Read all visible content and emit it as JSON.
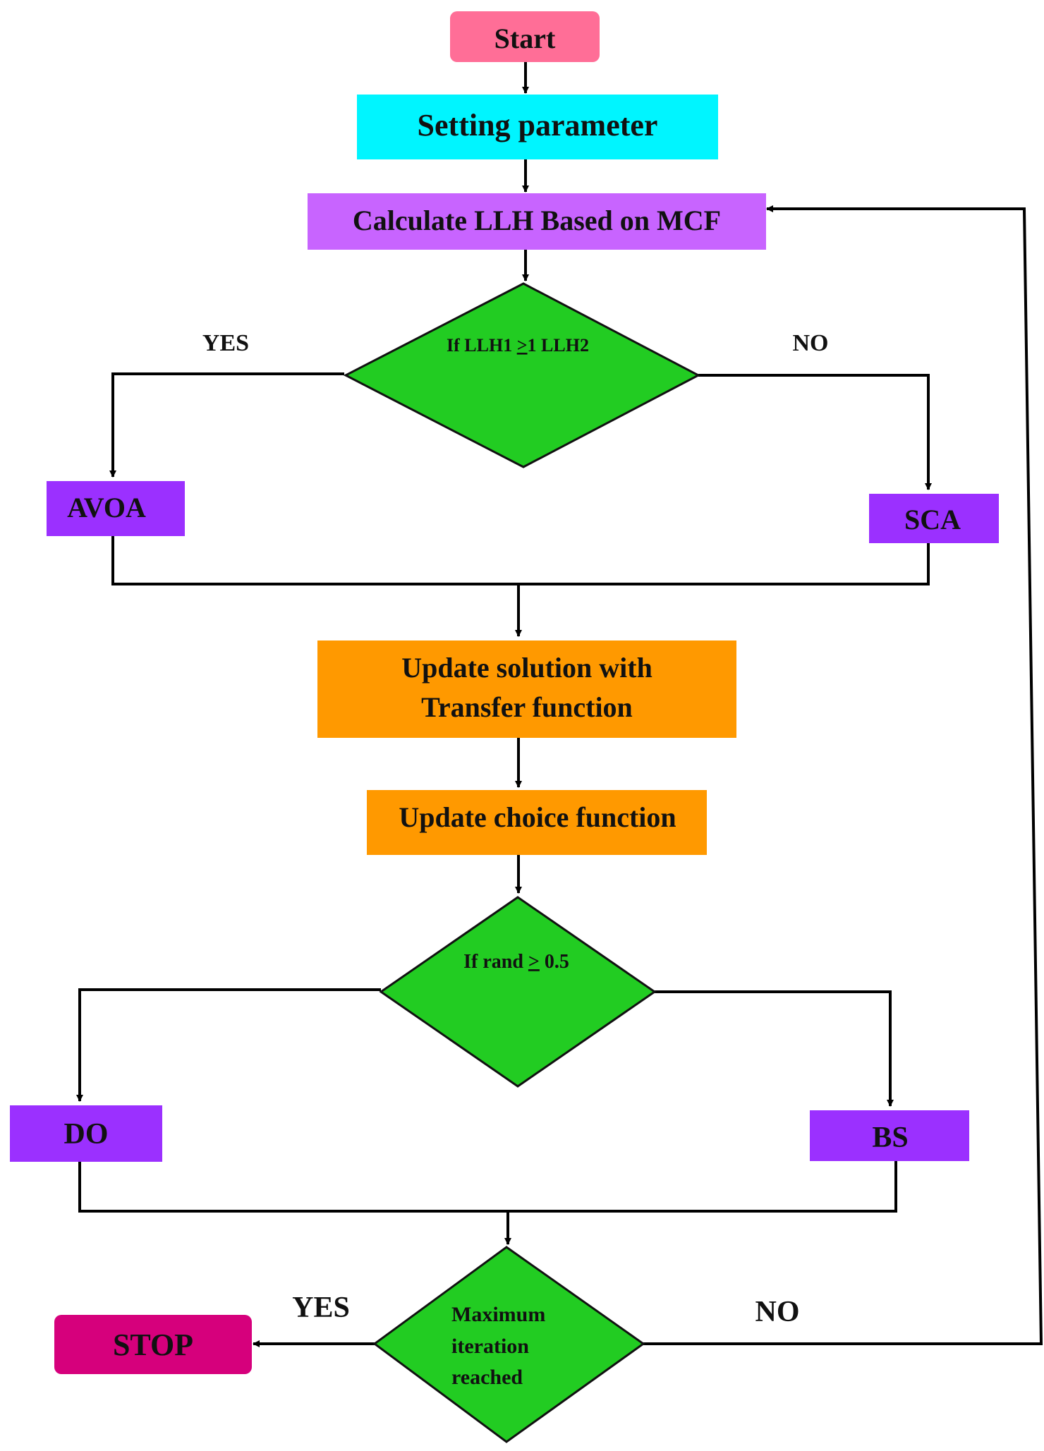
{
  "nodes": {
    "start": {
      "label": "Start",
      "color": "#FF6E97"
    },
    "setting": {
      "label": "Setting parameter",
      "color": "#00F5FF"
    },
    "calc": {
      "label": "Calculate LLH Based on MCF",
      "color": "#C864FF"
    },
    "cond1": {
      "prefix": "If LLH1 ",
      "op": ">",
      "suffix": "1 LLH2",
      "color": "#22CC22"
    },
    "avoa": {
      "label": "AVOA",
      "color": "#9B30FF"
    },
    "sca": {
      "label": "SCA",
      "color": "#9B30FF"
    },
    "update_solution": {
      "line1": "Update solution with",
      "line2": "Transfer function",
      "color": "#FF9900"
    },
    "update_choice": {
      "label": "Update choice function",
      "color": "#FF9900"
    },
    "cond2": {
      "prefix": "If rand ",
      "op": ">",
      "suffix": " 0.5",
      "color": "#22CC22"
    },
    "do": {
      "label": "DO",
      "color": "#9B30FF"
    },
    "bs": {
      "label": "BS",
      "color": "#9B30FF"
    },
    "cond3": {
      "line1": "Maximum",
      "line2": "iteration",
      "line3": "reached",
      "color": "#22CC22"
    },
    "stop": {
      "label": "STOP",
      "color": "#D6007C"
    }
  },
  "edge_labels": {
    "cond1_yes": {
      "label": "YES",
      "color": "#1F3F77"
    },
    "cond1_no": {
      "label": "NO",
      "color": "#DD1111"
    },
    "cond3_yes": {
      "label": "YES",
      "color": "#1E77E8"
    },
    "cond3_no": {
      "label": "NO",
      "color": "#FF3300"
    }
  }
}
